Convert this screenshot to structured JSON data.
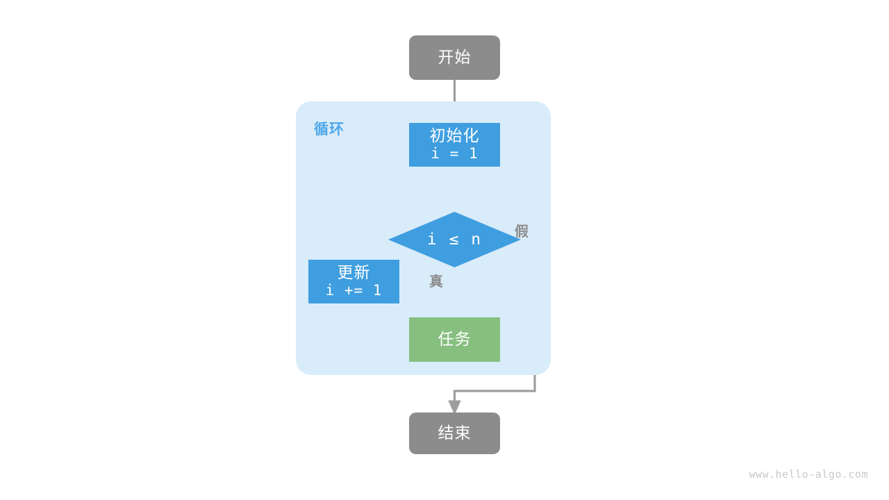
{
  "diagram": {
    "title": "for-loop-flowchart",
    "colors": {
      "terminal": "#8c8c8c",
      "process": "#3f9ee0",
      "task": "#87bf80",
      "container_bg": "#d9ecfa",
      "loop_label": "#4fa7e8",
      "edge": "#9e9e9e",
      "label_text": "#8c8c8c",
      "watermark": "#c9c9c9",
      "background": "#ffffff"
    },
    "container": {
      "label": "循环"
    },
    "nodes": {
      "start": {
        "label": "开始"
      },
      "init": {
        "label": "初始化",
        "code": "i = 1"
      },
      "condition": {
        "code": "i ≤ n"
      },
      "update": {
        "label": "更新",
        "code": "i += 1"
      },
      "task": {
        "label": "任务"
      },
      "end": {
        "label": "结束"
      }
    },
    "branch_labels": {
      "true": "真",
      "false": "假"
    },
    "watermark": "www.hello-algo.com"
  }
}
